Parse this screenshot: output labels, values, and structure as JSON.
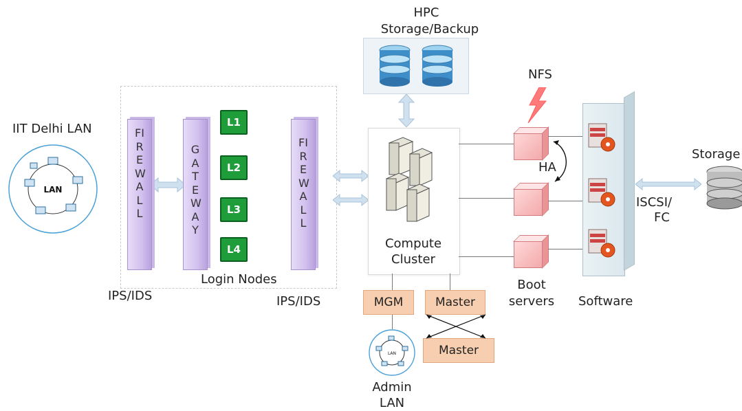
{
  "labels": {
    "hpc": "HPC",
    "storage_backup": "Storage/Backup",
    "nfs": "NFS",
    "iit_lan": "IIT Delhi LAN",
    "lan": "LAN",
    "firewall": "FIREWALL",
    "gateway": "GATEWAY",
    "login_nodes": "Login Nodes",
    "ips_ids_left": "IPS/IDS",
    "ips_ids_right": "IPS/IDS",
    "compute": "Compute",
    "cluster": "Cluster",
    "ha": "HA",
    "boot": "Boot",
    "servers": "servers",
    "software": "Software",
    "storage": "Storage",
    "iscsi": "ISCSI/",
    "fc": "FC",
    "mgm": "MGM",
    "master_top": "Master",
    "master_bottom": "Master",
    "admin": "Admin",
    "admin_lan": "LAN",
    "admin_lan_small": "LAN"
  },
  "login_nodes": [
    "L1",
    "L2",
    "L3",
    "L4"
  ]
}
